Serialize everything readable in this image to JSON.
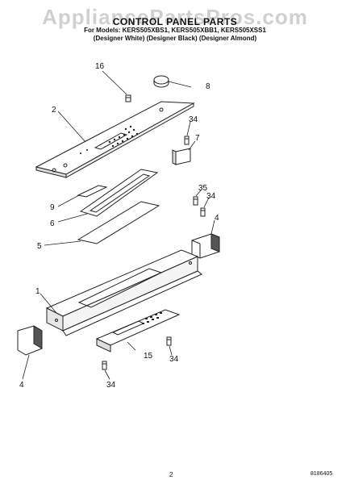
{
  "watermark": "AppliancePartsPros.com",
  "header": {
    "title": "CONTROL PANEL PARTS",
    "models": "For Models: KERS505XBS1, KERS505XBB1, KERS505XSS1",
    "variants": "(Designer White) (Designer Black) (Designer Almond)"
  },
  "callouts": {
    "c16": "16",
    "c8": "8",
    "c2": "2",
    "c34a": "34",
    "c7": "7",
    "c9": "9",
    "c6": "6",
    "c35": "35",
    "c34b": "34",
    "c4a": "4",
    "c5": "5",
    "c1": "1",
    "c4b": "4",
    "c15": "15",
    "c34c": "34",
    "c34d": "34"
  },
  "footer": {
    "page": "2",
    "doc_number": "8186405"
  }
}
